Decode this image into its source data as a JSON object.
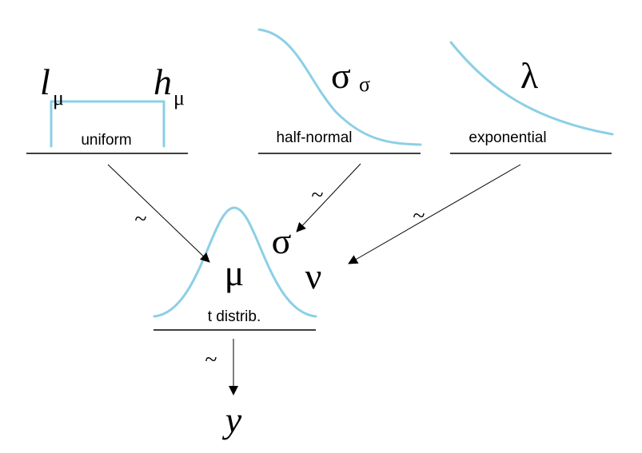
{
  "nodes": {
    "uniform": {
      "label": "uniform",
      "param_low_main": "l",
      "param_low_sub": "μ",
      "param_high_main": "h",
      "param_high_sub": "μ"
    },
    "half_normal": {
      "label": "half-normal",
      "param_main": "σ",
      "param_sub": "σ"
    },
    "exponential": {
      "label": "exponential",
      "param": "λ"
    },
    "t_distrib": {
      "label": "t distrib.",
      "param_mu": "μ",
      "param_sigma": "σ",
      "param_nu": "ν"
    }
  },
  "edges": {
    "tilde": "~"
  },
  "output": {
    "label": "y"
  },
  "colors": {
    "curve": "#8ccfe6",
    "ink": "#000000"
  }
}
